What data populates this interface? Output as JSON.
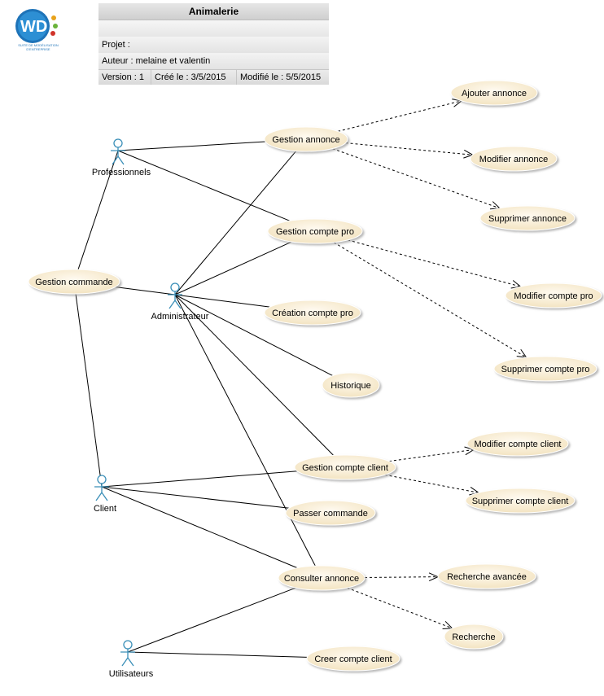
{
  "header": {
    "title": "Animalerie",
    "projet": "Projet :",
    "auteur": "Auteur : melaine et valentin",
    "version": "Version : 1",
    "cree": "Créé le : 3/5/2015",
    "modifie": "Modifié le : 5/5/2015"
  },
  "logo": {
    "letters": "WD",
    "subtitle1": "SUITE DE MODÉLISATION",
    "subtitle2": "D'ENTREPRISE"
  },
  "actors": [
    {
      "id": "professionnels",
      "name": "Professionnels"
    },
    {
      "id": "administrateur",
      "name": "Administrateur"
    },
    {
      "id": "client",
      "name": "Client"
    },
    {
      "id": "utilisateurs",
      "name": "Utilisateurs"
    }
  ],
  "usecases": [
    {
      "id": "ajouter-annonce",
      "label": "Ajouter annonce"
    },
    {
      "id": "gestion-annonce",
      "label": "Gestion annonce"
    },
    {
      "id": "modifier-annonce",
      "label": "Modifier annonce"
    },
    {
      "id": "supprimer-annonce",
      "label": "Supprimer annonce"
    },
    {
      "id": "gestion-compte-pro",
      "label": "Gestion compte pro"
    },
    {
      "id": "gestion-commande",
      "label": "Gestion commande"
    },
    {
      "id": "modifier-compte-pro",
      "label": "Modifier compte pro"
    },
    {
      "id": "creation-compte-pro",
      "label": "Création compte pro"
    },
    {
      "id": "supprimer-compte-pro",
      "label": "Supprimer compte pro"
    },
    {
      "id": "historique",
      "label": "Historique"
    },
    {
      "id": "modifier-compte-client",
      "label": "Modifier compte client"
    },
    {
      "id": "gestion-compte-client",
      "label": "Gestion compte client"
    },
    {
      "id": "supprimer-compte-client",
      "label": "Supprimer compte client"
    },
    {
      "id": "passer-commande",
      "label": "Passer commande"
    },
    {
      "id": "consulter-annonce",
      "label": "Consulter annonce"
    },
    {
      "id": "recherche-avancee",
      "label": "Recherche avancée"
    },
    {
      "id": "recherche",
      "label": "Recherche"
    },
    {
      "id": "creer-compte-client",
      "label": "Creer compte client"
    }
  ],
  "associations": [
    [
      "professionnels",
      "gestion-annonce"
    ],
    [
      "professionnels",
      "gestion-compte-pro"
    ],
    [
      "professionnels",
      "gestion-commande"
    ],
    [
      "administrateur",
      "gestion-annonce"
    ],
    [
      "administrateur",
      "gestion-compte-pro"
    ],
    [
      "administrateur",
      "gestion-commande"
    ],
    [
      "administrateur",
      "creation-compte-pro"
    ],
    [
      "administrateur",
      "historique"
    ],
    [
      "administrateur",
      "gestion-compte-client"
    ],
    [
      "administrateur",
      "consulter-annonce"
    ],
    [
      "client",
      "gestion-commande"
    ],
    [
      "client",
      "gestion-compte-client"
    ],
    [
      "client",
      "passer-commande"
    ],
    [
      "client",
      "consulter-annonce"
    ],
    [
      "utilisateurs",
      "consulter-annonce"
    ],
    [
      "utilisateurs",
      "creer-compte-client"
    ]
  ],
  "dependencies": [
    [
      "gestion-annonce",
      "ajouter-annonce"
    ],
    [
      "gestion-annonce",
      "modifier-annonce"
    ],
    [
      "gestion-annonce",
      "supprimer-annonce"
    ],
    [
      "gestion-compte-pro",
      "modifier-compte-pro"
    ],
    [
      "gestion-compte-pro",
      "supprimer-compte-pro"
    ],
    [
      "gestion-compte-client",
      "modifier-compte-client"
    ],
    [
      "gestion-compte-client",
      "supprimer-compte-client"
    ],
    [
      "consulter-annonce",
      "recherche-avancee"
    ],
    [
      "consulter-annonce",
      "recherche"
    ]
  ],
  "colors": {
    "usecase_fill": "#f7ecd2",
    "usecase_stroke": "#ffffff",
    "actor_stroke": "#3a8fb8",
    "line": "#000000"
  }
}
